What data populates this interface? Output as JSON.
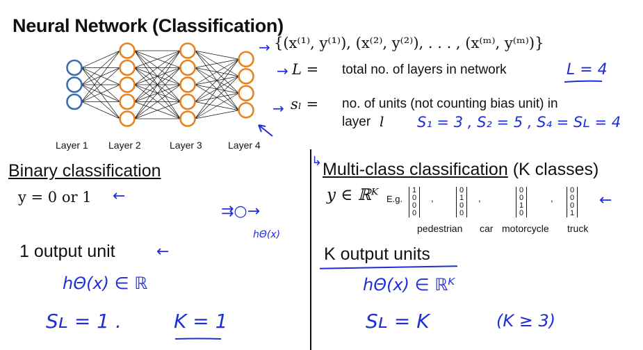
{
  "title": "Neural Network (Classification)",
  "network": {
    "layers": [
      {
        "label": "Layer 1",
        "units": 3,
        "color": "#3b6bb0"
      },
      {
        "label": "Layer 2",
        "units": 5,
        "color": "#e8821e"
      },
      {
        "label": "Layer 3",
        "units": 5,
        "color": "#e8821e"
      },
      {
        "label": "Layer 4",
        "units": 4,
        "color": "#e8821e"
      }
    ]
  },
  "definitions": {
    "training_set": "{(x⁽¹⁾, y⁽¹⁾), (x⁽²⁾, y⁽²⁾), . . . , (x⁽ᵐ⁾, y⁽ᵐ⁾)}",
    "L_symbol": "L =",
    "L_text": "total no. of layers in network",
    "L_note": "L = 4",
    "s_symbol": "sₗ =",
    "s_text_line1": "no. of units (not counting bias unit) in",
    "s_text_line2": "layer",
    "s_text_var": "l",
    "s_note": "S₁ = 3 ,  S₂ = 5 ,  S₄ = Sʟ = 4"
  },
  "binary": {
    "heading": "Binary classification",
    "y_expr": "y = 0 or 1",
    "hypothesis_note": "hΘ(x)",
    "output_label": "1 output unit",
    "h_note": "hΘ(x) ∈ ℝ",
    "s_note": "Sʟ = 1 .",
    "k_note": "K = 1"
  },
  "multi": {
    "heading_underlined": "Multi-class classification",
    "heading_suffix": " (K classes)",
    "y_expr": "y ∈ ℝᴷ",
    "eg_label": "E.g.",
    "vectors": [
      {
        "values": [
          "1",
          "0",
          "0",
          "0"
        ],
        "label": "pedestrian"
      },
      {
        "values": [
          "0",
          "1",
          "0",
          "0"
        ],
        "label": "car"
      },
      {
        "values": [
          "0",
          "0",
          "1",
          "0"
        ],
        "label": "motorcycle"
      },
      {
        "values": [
          "0",
          "0",
          "0",
          "1"
        ],
        "label": "truck"
      }
    ],
    "output_label": "K output units",
    "h_note": "hΘ(x) ∈ ℝᴷ",
    "s_note": "Sʟ = K",
    "k_note": "(K ≥ 3)"
  },
  "colors": {
    "annotation": "#1f2fd6",
    "input_node": "#3b6bb0",
    "hidden_node": "#e8821e"
  }
}
